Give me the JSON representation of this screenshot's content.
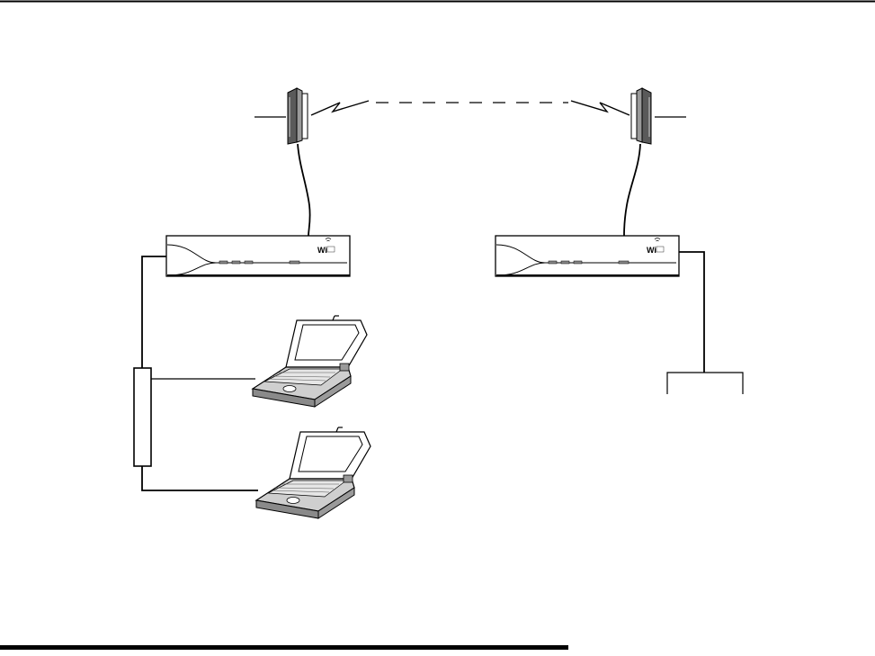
{
  "diagram": {
    "links": [
      {
        "from": "antenna-left",
        "to": "antenna-right",
        "kind": "wireless"
      },
      {
        "from": "antenna-left",
        "to": "bridge-unit-left",
        "kind": "cable"
      },
      {
        "from": "antenna-right",
        "to": "bridge-unit-right",
        "kind": "cable"
      },
      {
        "from": "bridge-unit-left",
        "to": "hub",
        "kind": "cable"
      },
      {
        "from": "hub",
        "to": "laptop-top",
        "kind": "cable"
      },
      {
        "from": "hub",
        "to": "laptop-bottom",
        "kind": "cable"
      },
      {
        "from": "bridge-unit-right",
        "to": "lan-branch",
        "kind": "cable"
      }
    ],
    "bridge_logo_text": "Wi"
  },
  "colors": {
    "line": "#000000",
    "antenna_face": "#9a9a9a",
    "antenna_dark": "#5a5a5a",
    "device_fill": "#ffffff",
    "laptop_key": "#cfcfcf",
    "laptop_shadow": "#8a8a8a"
  },
  "icons": [
    "antenna-icon",
    "bridge-unit-icon",
    "laptop-icon",
    "hub-icon"
  ]
}
